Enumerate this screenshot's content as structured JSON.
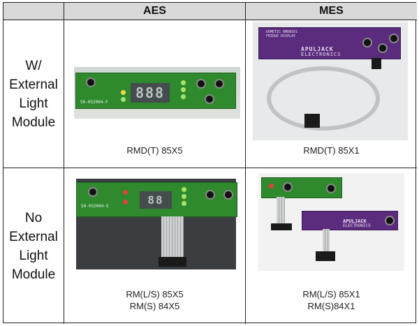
{
  "table": {
    "header": {
      "col_aes": "AES",
      "col_mes": "MES"
    },
    "rows": [
      {
        "label": [
          "W/",
          "External",
          "Light",
          "Module"
        ],
        "aes_caption": [
          "RMD(T) 85X5"
        ],
        "mes_caption": [
          "RMD(T) 85X1"
        ]
      },
      {
        "label": [
          "No",
          "External",
          "Light",
          "Module"
        ],
        "aes_caption": [
          "RM(L/S) 85X5",
          "RM(S) 84X5"
        ],
        "mes_caption": [
          "RM(L/S) 85X1",
          "RM(S)84X1"
        ]
      }
    ]
  },
  "photos": {
    "aes_w_ext": {
      "board_code": "50-052004-F",
      "display_digits": "888"
    },
    "mes_w_ext": {
      "board_title": "DOMETIC RMD85X1 FRIDGE DISPLAY",
      "brand": "APULJACK",
      "brand2": "ELECTRONICS"
    },
    "aes_no_ext": {
      "board_code": "50-052004-E",
      "display_digits": "88"
    },
    "mes_no_ext": {
      "brand": "APULJACK",
      "brand2": "ELECTRONICS"
    }
  },
  "colors": {
    "header_bg": "#d9d9d9",
    "pcb_green": "#2f8a2e",
    "pcb_purple": "#5b2c7e",
    "border": "#222222"
  }
}
